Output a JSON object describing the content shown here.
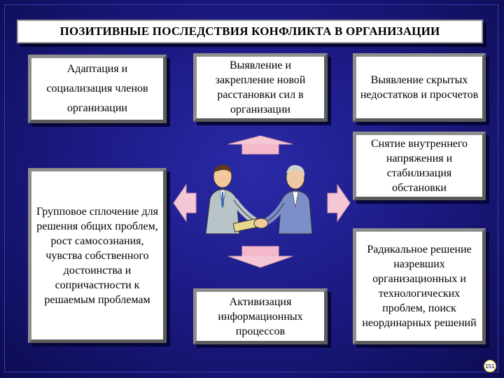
{
  "title": "ПОЗИТИВНЫЕ ПОСЛЕДСТВИЯ КОНФЛИКТА В ОРГАНИЗАЦИИ",
  "boxes": {
    "adaptation": "Адаптация и социализация членов организации",
    "rearrangement": "Выявление и закрепление новой расстановки сил в организации",
    "hidden_flaws": "Выявление скрытых недостатков и просчетов",
    "tension_relief": "Снятие внутреннего напряжения и стабилизация обстановки",
    "group_cohesion": "Групповое сплочение для решения общих проблем, рост самосознания, чувства собственного достоинства и сопричастности к решаемым проблемам",
    "information": "Активизация информационных процессов",
    "radical_solution": "Радикальное решение назревших организационных и технологических проблем, поиск неординарных решений"
  },
  "page_number": "151",
  "colors": {
    "background": "#1c1b86",
    "box_fill": "#ffffff",
    "arrow_fill": "#f5c6d4"
  }
}
